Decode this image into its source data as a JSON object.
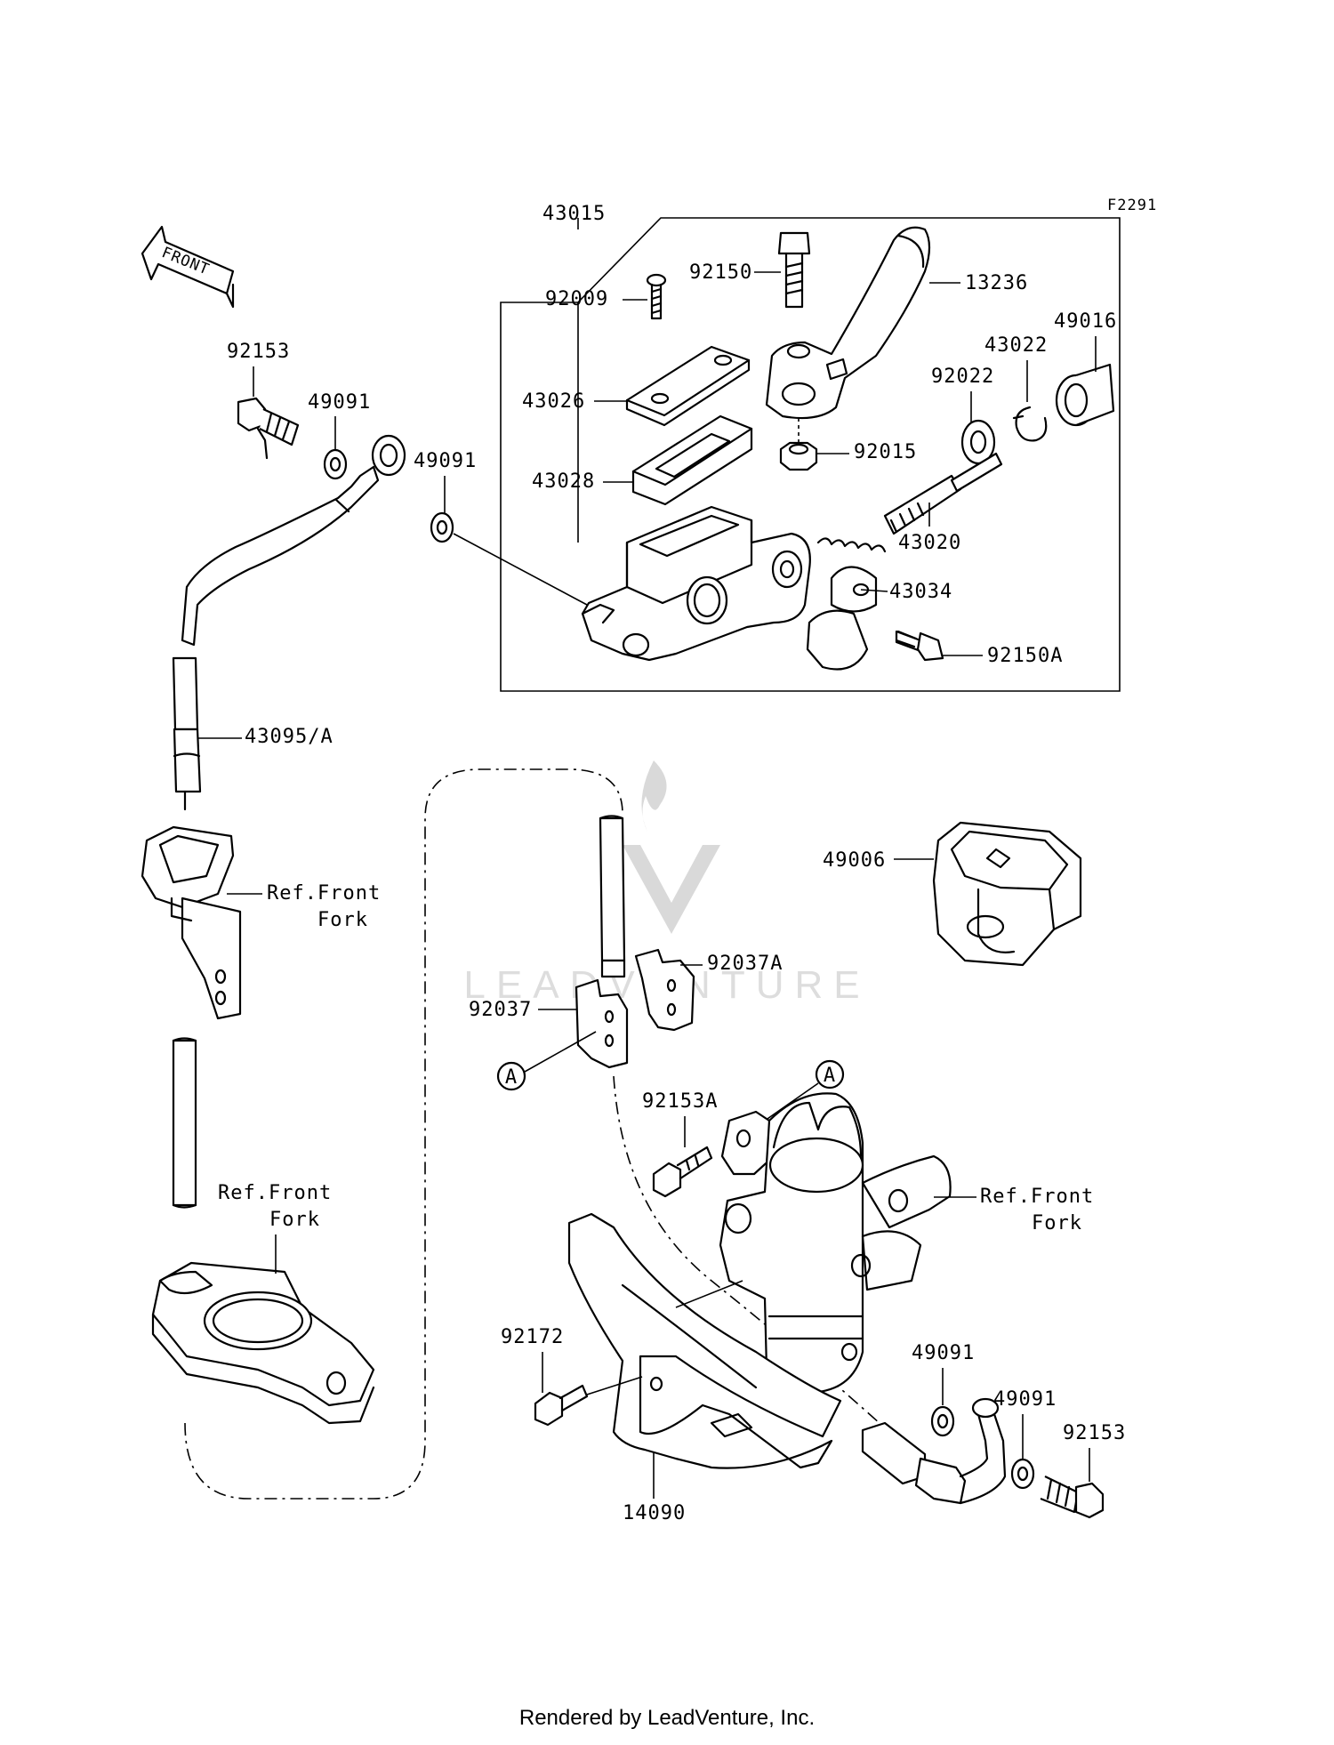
{
  "diagram_code": "F2291",
  "front_arrow_label": "FRONT",
  "watermark_text": "LEADVENTURE",
  "callout_letter": "A",
  "parts": {
    "p43015": "43015",
    "p92150": "92150",
    "p13236": "13236",
    "p92009": "92009",
    "p49016": "49016",
    "p43022": "43022",
    "p92022": "92022",
    "p43026": "43026",
    "p92015": "92015",
    "p43028": "43028",
    "p43020": "43020",
    "p43034": "43034",
    "p92150A": "92150A",
    "p92153_top": "92153",
    "p49091_top_left": "49091",
    "p49091_top_right": "49091",
    "p43095A": "43095/A",
    "p49006": "49006",
    "p92037A": "92037A",
    "p92037": "92037",
    "p92153A": "92153A",
    "p92172": "92172",
    "p14090": "14090",
    "p49091_bottom_1": "49091",
    "p49091_bottom_2": "49091",
    "p92153_bottom": "92153"
  },
  "references": {
    "ref1_line1": "Ref.Front",
    "ref1_line2": "Fork",
    "ref2_line1": "Ref.Front",
    "ref2_line2": "Fork",
    "ref3_line1": "Ref.Front",
    "ref3_line2": "Fork"
  },
  "footer": "Rendered by LeadVenture, Inc."
}
